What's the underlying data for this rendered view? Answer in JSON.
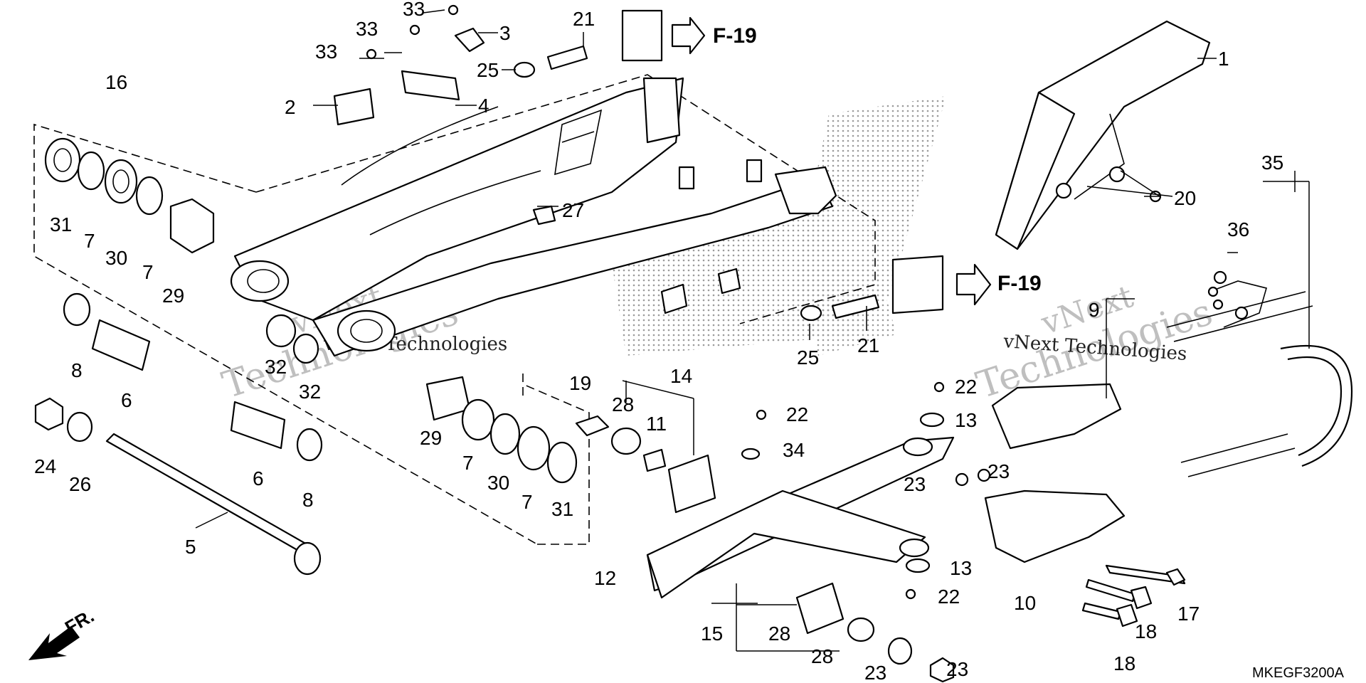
{
  "diagram": {
    "drawing_code": "MKEGF3200A",
    "front_marker": "FR.",
    "watermark_lines": [
      "vNext",
      "Technologies"
    ],
    "watermark_inline": "vNext Technologies",
    "refs": [
      "F-19",
      "F-19"
    ],
    "callouts": [
      "1",
      "2",
      "3",
      "4",
      "5",
      "6",
      "6",
      "7",
      "7",
      "7",
      "7",
      "8",
      "8",
      "9",
      "10",
      "11",
      "12",
      "13",
      "13",
      "14",
      "15",
      "16",
      "17",
      "18",
      "18",
      "19",
      "20",
      "21",
      "21",
      "22",
      "22",
      "22",
      "23",
      "23",
      "23",
      "23",
      "24",
      "25",
      "25",
      "26",
      "27",
      "28",
      "28",
      "28",
      "29",
      "29",
      "30",
      "30",
      "31",
      "31",
      "32",
      "32",
      "33",
      "33",
      "33",
      "34",
      "35",
      "36"
    ]
  }
}
